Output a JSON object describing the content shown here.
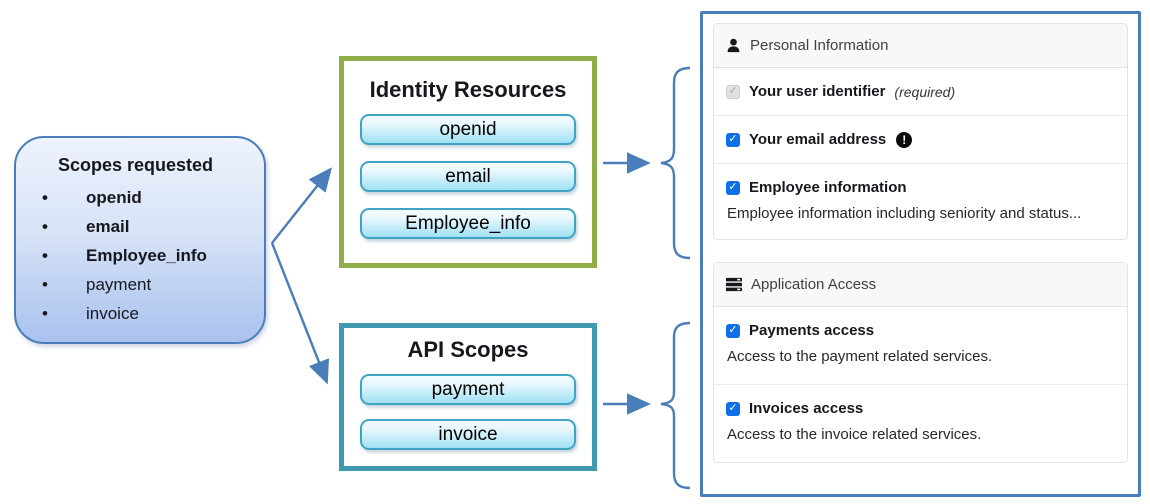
{
  "colors": {
    "accent_blue": "#4a7ebb",
    "identity_border": "#8fae4a",
    "api_border": "#3f9ab0",
    "pill_border": "#41a3c4",
    "pill_top": "#e9f8fd",
    "pill_bottom": "#a0e1f4",
    "req_top": "#eef3fc",
    "req_bottom": "#a9c2ee",
    "cb_blue": "#0f6fe8",
    "header_bg": "#f8f8f8",
    "card_border": "#e2e2e4",
    "text_dark": "#16181d"
  },
  "diagram": {
    "scopes_requested": {
      "title": "Scopes requested",
      "items": [
        {
          "label": "openid"
        },
        {
          "label": "email"
        },
        {
          "label": "Employee_info"
        },
        {
          "label": "payment"
        },
        {
          "label": "invoice"
        }
      ]
    },
    "identity_resources": {
      "title": "Identity Resources",
      "pills": [
        "openid",
        "email",
        "Employee_info"
      ]
    },
    "api_scopes": {
      "title": "API Scopes",
      "pills": [
        "payment",
        "invoice"
      ]
    }
  },
  "consent_panel": {
    "personal_information": {
      "icon": "user-icon",
      "title": "Personal Information",
      "rows": {
        "user_identifier": {
          "label": "Your user identifier",
          "note": "(required)",
          "checked": true,
          "disabled": true
        },
        "email_address": {
          "label": "Your email address",
          "badge_icon": "exclamation-circle-icon",
          "checked": true
        },
        "employee_information": {
          "label": "Employee information",
          "description": "Employee information including seniority and status...",
          "checked": true
        }
      }
    },
    "application_access": {
      "icon": "tasks-icon",
      "title": "Application Access",
      "rows": {
        "payments": {
          "label": "Payments access",
          "description": "Access to the payment related services.",
          "checked": true
        },
        "invoices": {
          "label": "Invoices access",
          "description": "Access to the invoice related services.",
          "checked": true
        }
      }
    }
  }
}
